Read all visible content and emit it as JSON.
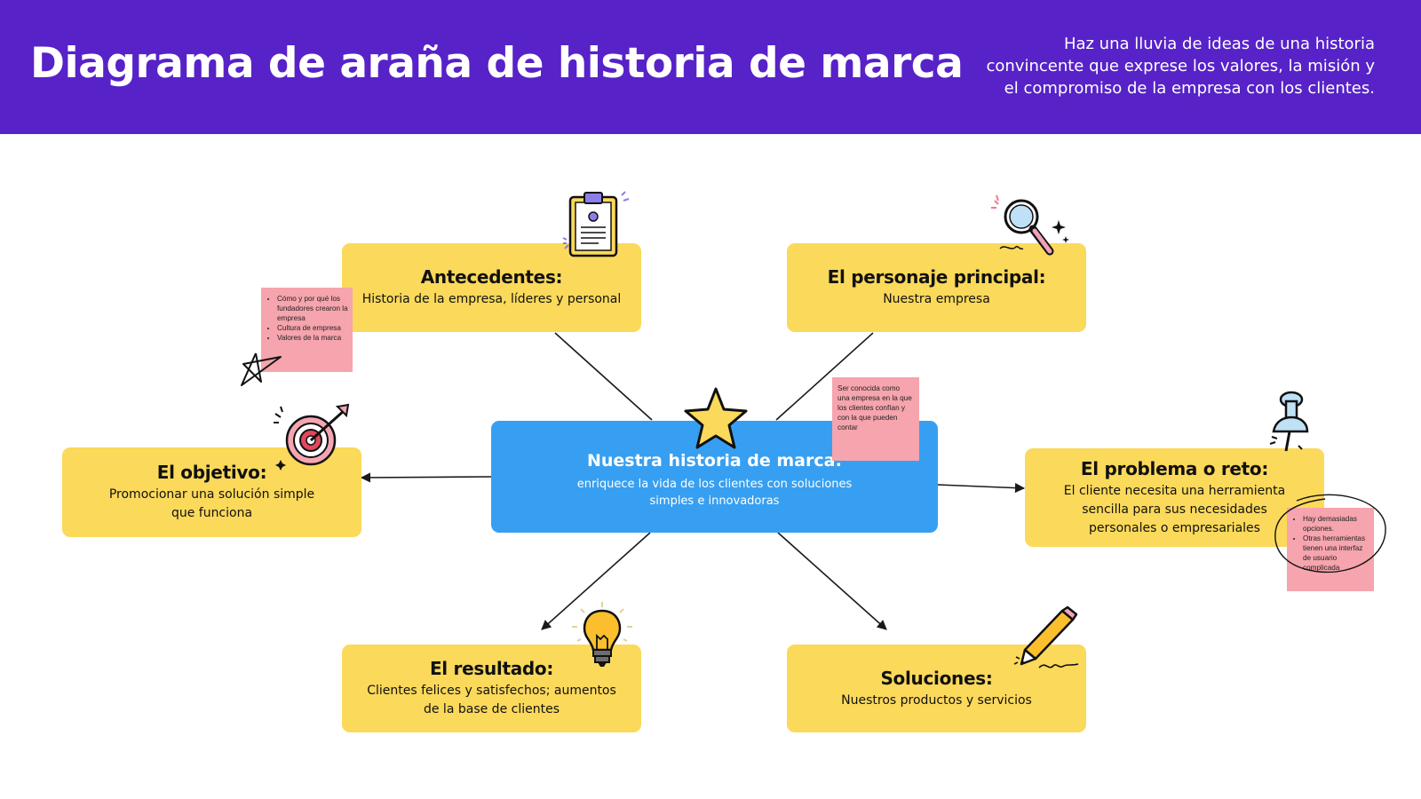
{
  "header": {
    "title": "Diagrama de araña de historia de marca",
    "subtitle_lines": [
      "Haz una lluvia de ideas de una historia",
      "convincente que exprese los valores, la misión y",
      "el compromiso de la empresa con los clientes."
    ]
  },
  "center": {
    "title": "Nuestra historia de marca:",
    "body_lines": [
      "enriquece la vida de los clientes con soluciones",
      "simples e innovadoras"
    ]
  },
  "nodes": {
    "antecedentes": {
      "title": "Antecedentes:",
      "body_lines": [
        "Historia de la empresa, líderes y personal"
      ]
    },
    "personaje": {
      "title": "El personaje principal:",
      "body_lines": [
        "Nuestra empresa"
      ]
    },
    "objetivo": {
      "title": "El objetivo:",
      "body_lines": [
        "Promocionar una solución simple",
        "que funciona"
      ]
    },
    "problema": {
      "title": "El problema o reto:",
      "body_lines": [
        "El cliente necesita una herramienta",
        "sencilla para sus necesidades",
        "personales o empresariales"
      ]
    },
    "resultado": {
      "title": "El resultado:",
      "body_lines": [
        "Clientes felices y satisfechos; aumentos",
        "de la base de clientes"
      ]
    },
    "soluciones": {
      "title": "Soluciones:",
      "body_lines": [
        "Nuestros productos y servicios"
      ]
    }
  },
  "notes": {
    "antecedentes": [
      "Cómo y por qué los fundadores crearon la empresa",
      "Cultura de empresa",
      "Valores de la marca"
    ],
    "center": "Ser conocida como una empresa en la que los clientes confían y con la que pueden contar",
    "problema": [
      "Hay demasiadas opciones.",
      "Otras herramientas tienen una interfaz de usuario complicada"
    ]
  },
  "colors": {
    "header": "#5722c8",
    "node": "#fbd95a",
    "center": "#379ff1",
    "note": "#f6a4ad"
  },
  "icons": [
    "clipboard-icon",
    "magnifier-icon",
    "star-icon",
    "target-icon",
    "pushpin-icon",
    "lightbulb-icon",
    "pencil-icon",
    "star-doodle-icon"
  ]
}
